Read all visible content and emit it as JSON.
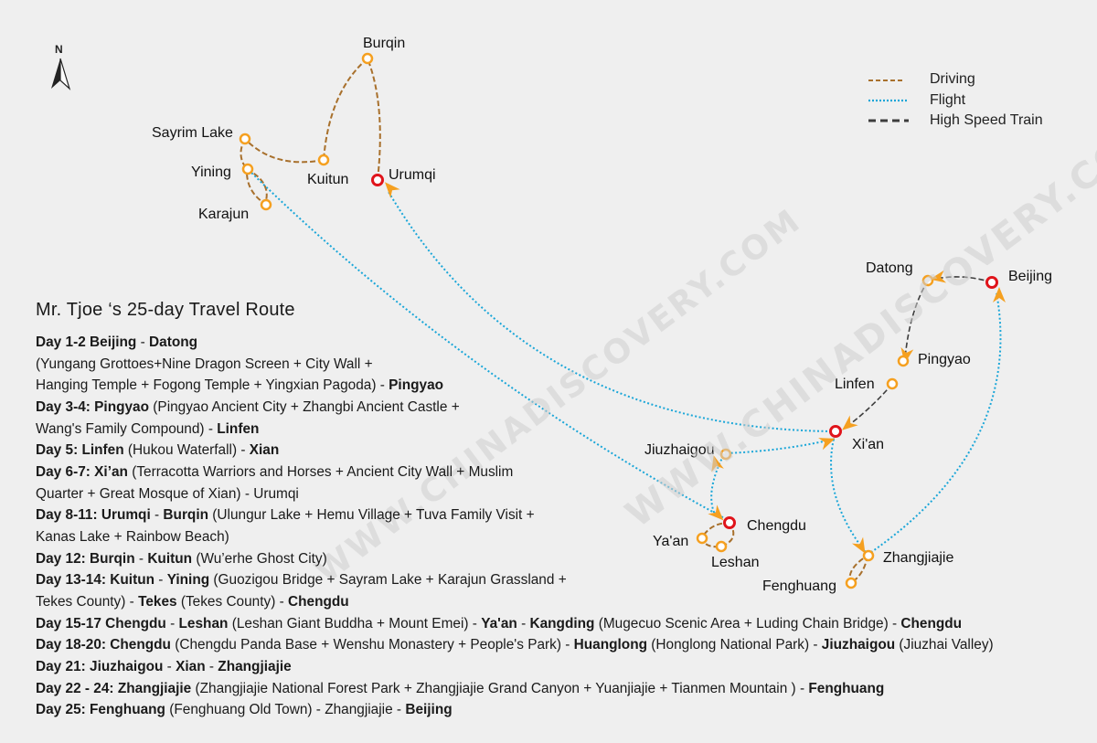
{
  "compass": {
    "label": "N"
  },
  "legend": {
    "items": [
      {
        "label": "Driving",
        "style": "driving"
      },
      {
        "label": "Flight",
        "style": "flight"
      },
      {
        "label": "High Speed Train",
        "style": "train"
      }
    ]
  },
  "colors": {
    "driving": "#a8702c",
    "flight": "#1aa6d8",
    "train": "#3d3d3d",
    "city_marker": "#f5a020",
    "hub_marker": "#e0141b",
    "arrow": "#f5a020",
    "background": "#efefef"
  },
  "watermark": "WWW.CHINADISCOVERY.COM",
  "cities": [
    {
      "id": "burqin",
      "name": "Burqin",
      "hub": false
    },
    {
      "id": "sayrim",
      "name": "Sayrim Lake",
      "hub": false
    },
    {
      "id": "yining",
      "name": "Yining",
      "hub": false
    },
    {
      "id": "kuitun",
      "name": "Kuitun",
      "hub": false
    },
    {
      "id": "urumqi",
      "name": "Urumqi",
      "hub": true
    },
    {
      "id": "karajun",
      "name": "Karajun",
      "hub": false
    },
    {
      "id": "datong",
      "name": "Datong",
      "hub": false
    },
    {
      "id": "beijing",
      "name": "Beijing",
      "hub": true
    },
    {
      "id": "pingyao",
      "name": "Pingyao",
      "hub": false
    },
    {
      "id": "linfen",
      "name": "Linfen",
      "hub": false
    },
    {
      "id": "xian",
      "name": "Xi'an",
      "hub": true
    },
    {
      "id": "jiuzhaigou",
      "name": "Jiuzhaigou",
      "hub": false
    },
    {
      "id": "chengdu",
      "name": "Chengdu",
      "hub": true
    },
    {
      "id": "yaan",
      "name": "Ya'an",
      "hub": false
    },
    {
      "id": "leshan",
      "name": "Leshan",
      "hub": false
    },
    {
      "id": "zhangjiajie",
      "name": "Zhangjiajie",
      "hub": false
    },
    {
      "id": "fenghuang",
      "name": "Fenghuang",
      "hub": false
    }
  ],
  "itinerary": {
    "title": "Mr. Tjoe ‘s 25-day Travel Route",
    "lines": [
      [
        {
          "t": "Day 1-2 Beijing",
          "b": true
        },
        {
          "t": " - ",
          "b": false
        },
        {
          "t": "Datong",
          "b": true
        }
      ],
      [
        {
          "t": "(Yungang Grottoes+Nine Dragon Screen + City Wall +",
          "b": false
        }
      ],
      [
        {
          "t": "Hanging Temple + Fogong Temple + Yingxian Pagoda) - ",
          "b": false
        },
        {
          "t": "Pingyao",
          "b": true
        }
      ],
      [
        {
          "t": "Day 3-4: Pingyao",
          "b": true
        },
        {
          "t": " (Pingyao Ancient City + Zhangbi Ancient Castle +",
          "b": false
        }
      ],
      [
        {
          "t": "Wang's Family Compound) - ",
          "b": false
        },
        {
          "t": "Linfen",
          "b": true
        }
      ],
      [
        {
          "t": "Day 5: Linfen",
          "b": true
        },
        {
          "t": " (Hukou Waterfall) - ",
          "b": false
        },
        {
          "t": "Xian",
          "b": true
        }
      ],
      [
        {
          "t": "Day 6-7: Xi’an",
          "b": true
        },
        {
          "t": " (Terracotta Warriors and Horses + Ancient City Wall + Muslim",
          "b": false
        }
      ],
      [
        {
          "t": "Quarter + Great Mosque of Xian) - Urumqi",
          "b": false
        }
      ],
      [
        {
          "t": "Day 8-11: Urumqi",
          "b": true
        },
        {
          "t": " - ",
          "b": false
        },
        {
          "t": "Burqin",
          "b": true
        },
        {
          "t": " (Ulungur Lake + Hemu Village + Tuva Family Visit +",
          "b": false
        }
      ],
      [
        {
          "t": "Kanas Lake +  Rainbow Beach)",
          "b": false
        }
      ],
      [
        {
          "t": "Day 12: Burqin",
          "b": true
        },
        {
          "t": " - ",
          "b": false
        },
        {
          "t": "Kuitun",
          "b": true
        },
        {
          "t": " (Wu’erhe Ghost City)",
          "b": false
        }
      ],
      [
        {
          "t": "Day 13-14: Kuitun",
          "b": true
        },
        {
          "t": " - ",
          "b": false
        },
        {
          "t": "Yining",
          "b": true
        },
        {
          "t": " (Guozigou Bridge + Sayram Lake + Karajun Grassland +",
          "b": false
        }
      ],
      [
        {
          "t": "Tekes County) - ",
          "b": false
        },
        {
          "t": "Tekes",
          "b": true
        },
        {
          "t": " (Tekes County) - ",
          "b": false
        },
        {
          "t": "Chengdu",
          "b": true
        }
      ],
      [
        {
          "t": "Day 15-17 Chengdu",
          "b": true
        },
        {
          "t": " - ",
          "b": false
        },
        {
          "t": "Leshan",
          "b": true
        },
        {
          "t": " (Leshan Giant Buddha + Mount Emei) - ",
          "b": false
        },
        {
          "t": "Ya'an",
          "b": true
        },
        {
          "t": " - ",
          "b": false
        },
        {
          "t": "Kangding",
          "b": true
        },
        {
          "t": " (Mugecuo Scenic Area + Luding Chain Bridge) - ",
          "b": false
        },
        {
          "t": "Chengdu",
          "b": true
        }
      ],
      [
        {
          "t": "Day 18-20: Chengdu",
          "b": true
        },
        {
          "t": " (Chengdu Panda Base + Wenshu Monastery + People's Park)  - ",
          "b": false
        },
        {
          "t": "Huanglong",
          "b": true
        },
        {
          "t": " (Honglong National Park) - ",
          "b": false
        },
        {
          "t": "Jiuzhaigou",
          "b": true
        },
        {
          "t": " (Jiuzhai Valley)",
          "b": false
        }
      ],
      [
        {
          "t": "Day 21: Jiuzhaigou",
          "b": true
        },
        {
          "t": " - ",
          "b": false
        },
        {
          "t": "Xian",
          "b": true
        },
        {
          "t": " - ",
          "b": false
        },
        {
          "t": "Zhangjiajie",
          "b": true
        }
      ],
      [
        {
          "t": "Day 22 - 24: Zhangjiajie",
          "b": true
        },
        {
          "t": " (Zhangjiajie National Forest Park + Zhangjiajie Grand Canyon + Yuanjiajie + Tianmen Mountain ) - ",
          "b": false
        },
        {
          "t": "Fenghuang",
          "b": true
        }
      ],
      [
        {
          "t": "Day 25: Fenghuang",
          "b": true
        },
        {
          "t": " (Fenghuang Old Town) - Zhangjiajie - ",
          "b": false
        },
        {
          "t": "Beijing",
          "b": true
        }
      ]
    ]
  }
}
